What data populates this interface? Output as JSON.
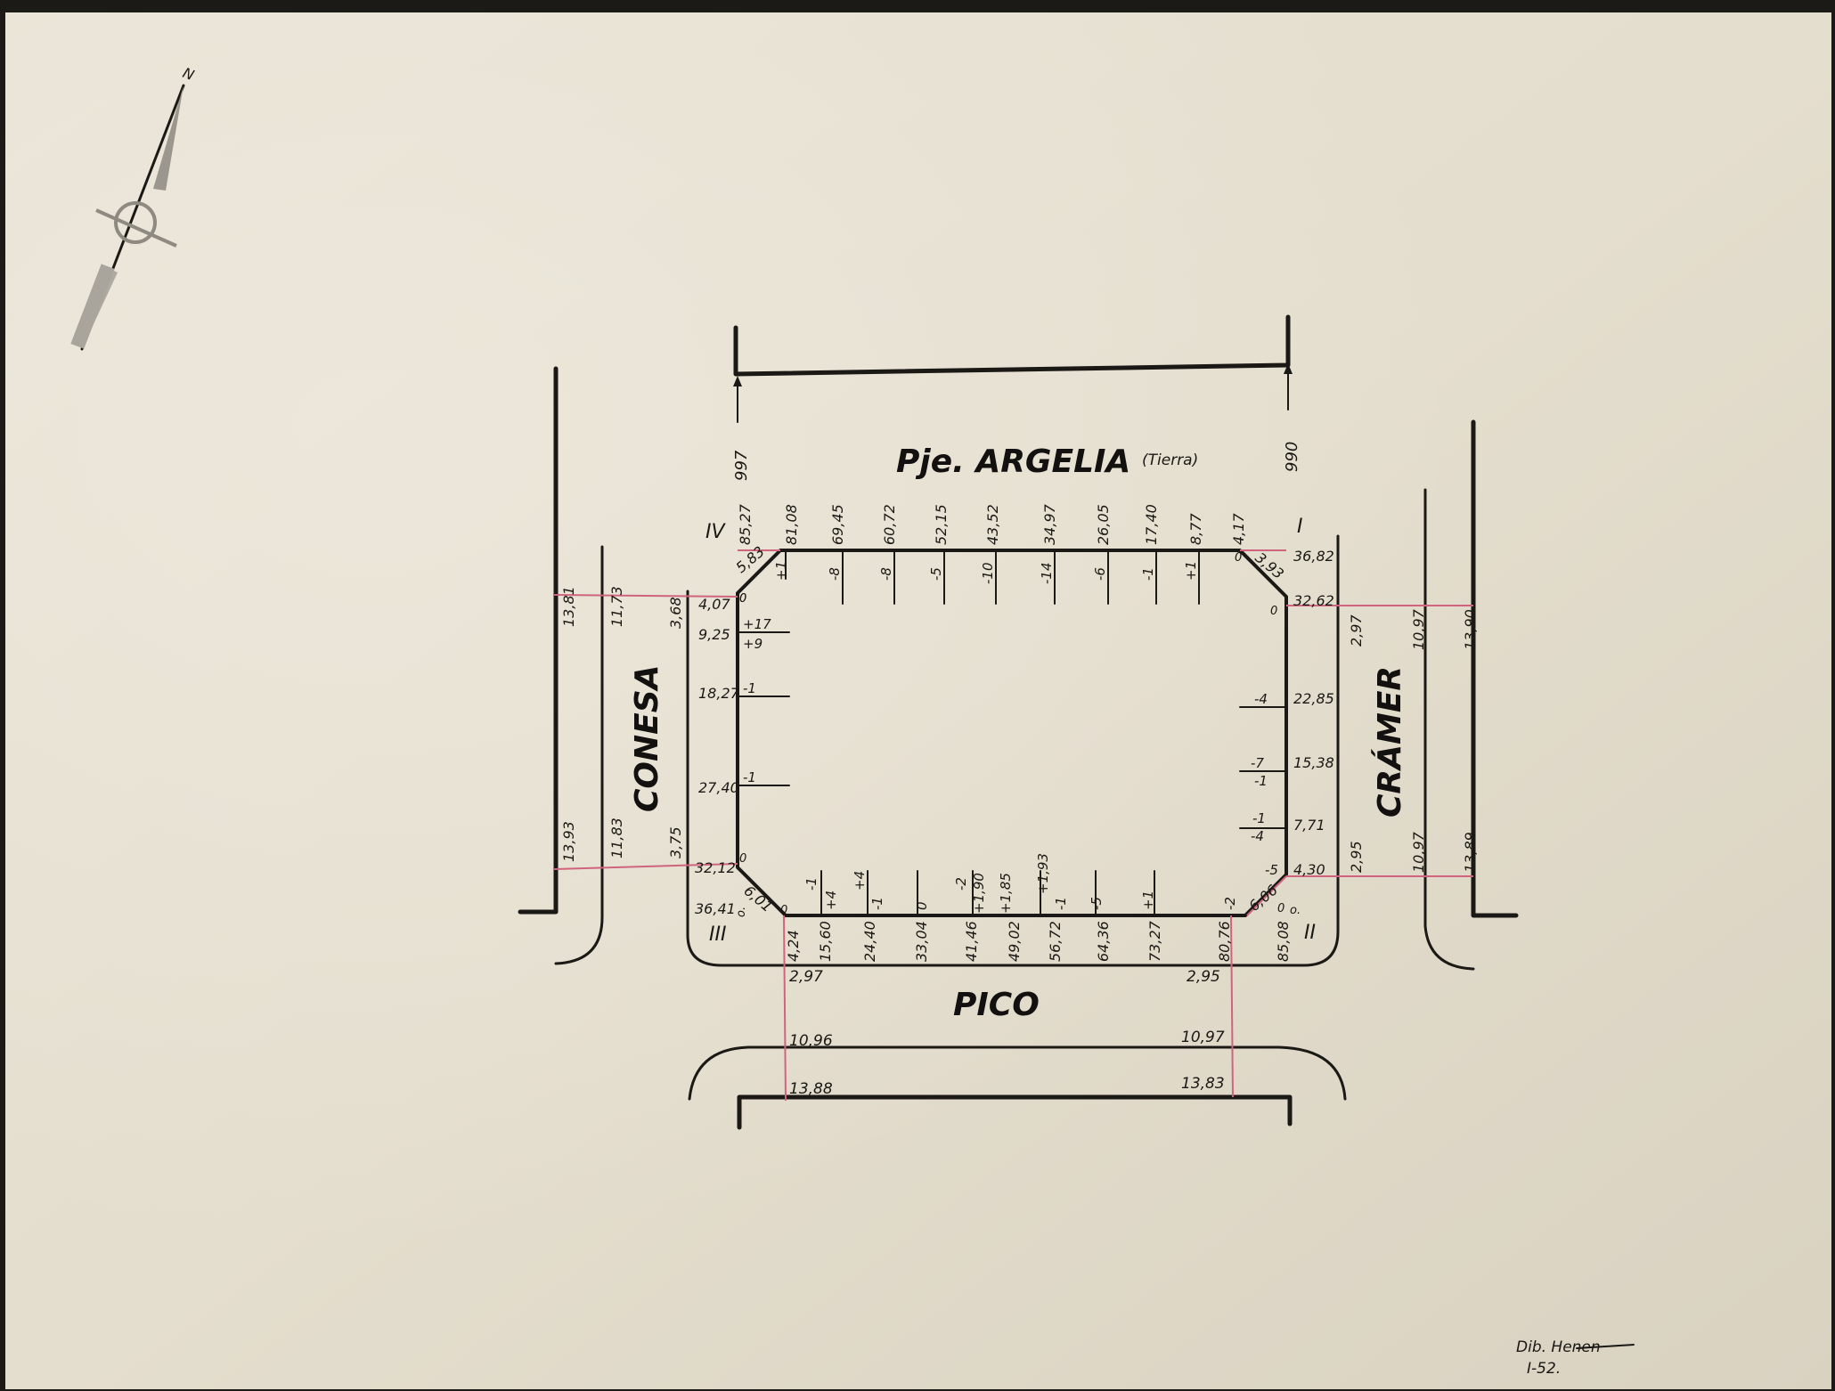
{
  "streets": {
    "north": "Pje. ARGELIA",
    "north_note": "(Tierra)",
    "west": "CONESA",
    "east": "CRÁMER",
    "south": "PICO"
  },
  "corners": {
    "I": "I",
    "II": "II",
    "III": "III",
    "IV": "IV"
  },
  "north_arrow": {
    "label": "N"
  },
  "north_labels": [
    "997",
    "990"
  ],
  "top_side": {
    "dist": [
      "85,27",
      "81,08",
      "69,45",
      "60,72",
      "52,15",
      "43,52",
      "34,97",
      "26,05",
      "17,40",
      "8,77",
      "4,17"
    ],
    "levels": [
      "+1",
      "-8",
      "-8",
      "-5",
      "-10",
      "-14",
      "-6",
      "-1",
      "+1"
    ],
    "chamfer_ne": "3,93",
    "chamfer_nw": "5,83",
    "zeros": [
      "0",
      "0"
    ],
    "corner_I": "36,82"
  },
  "west_side": {
    "dist": [
      "4,07",
      "9,25",
      "18,27",
      "27,40",
      "32,12",
      "36,41"
    ],
    "levels": [
      "+17",
      "+9",
      "-1",
      "-1"
    ],
    "chamfer_sw": "6,01",
    "zeros": [
      "0",
      "0",
      "0",
      "o."
    ],
    "widths_top": [
      "13,81",
      "11,73",
      "3,68"
    ],
    "widths_bottom": [
      "13,93",
      "11,83",
      "3,75"
    ]
  },
  "east_side": {
    "dist": [
      "32,62",
      "22,85",
      "15,38",
      "7,71",
      "4,30"
    ],
    "levels": [
      "-4",
      "-7",
      "-1",
      "-1",
      "-4",
      "-5"
    ],
    "chamfer_se": "6,06",
    "zeros": [
      "0",
      "o.",
      "0"
    ],
    "widths_top": [
      "2,97",
      "10,97",
      "13,90"
    ],
    "widths_bottom": [
      "2,95",
      "10,97",
      "13,89"
    ]
  },
  "south_side": {
    "dist": [
      "4,24",
      "15,60",
      "24,40",
      "33,04",
      "41,46",
      "49,02",
      "56,72",
      "64,36",
      "73,27",
      "80,76",
      "85,08"
    ],
    "levels": [
      "-1",
      "+4",
      "+4",
      "-1",
      "0",
      "-2",
      "+1,90",
      "+1,85",
      "+1,93",
      "-1",
      "-5",
      "+1",
      "-2"
    ],
    "widths_left": [
      "2,97",
      "10,96",
      "13,88"
    ],
    "widths_right": [
      "2,95",
      "10,97",
      "13,83"
    ]
  },
  "signature": {
    "line1": "Dib. Henen",
    "line2": "I-52."
  }
}
